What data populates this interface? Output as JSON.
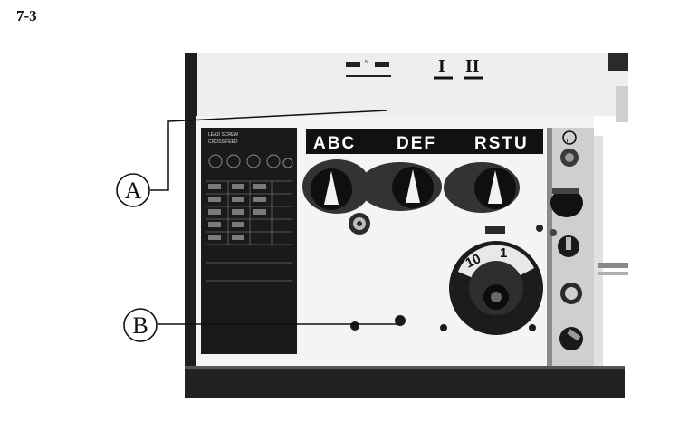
{
  "figure_number": "7-3",
  "top_marks": {
    "n_label": "N",
    "position_1": "I",
    "position_2": "II"
  },
  "selector_labels": [
    "ABC",
    "DEF",
    "RSTU"
  ],
  "plate_text": {
    "line1": "LEAD SCREW",
    "line2": "CROSS FEED"
  },
  "dial_numbers": [
    "10",
    "1"
  ],
  "right_indicator": "T",
  "callouts": [
    {
      "id": "A",
      "letter": "A"
    },
    {
      "id": "B",
      "letter": "B"
    }
  ]
}
